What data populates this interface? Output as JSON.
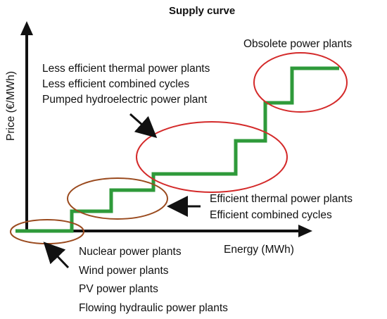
{
  "title": "Supply curve",
  "axes": {
    "y_label": "Price (€/MWh)",
    "x_label": "Energy (MWh)"
  },
  "groups": {
    "obsolete": [
      "Obsolete power plants"
    ],
    "less_efficient": [
      "Less efficient thermal power plants",
      "Less efficient combined cycles",
      "Pumped hydroelectric power plant"
    ],
    "efficient": [
      "Efficient thermal power plants",
      "Efficient combined cycles"
    ],
    "base": [
      "Nuclear power plants",
      "Wind power plants",
      "PV power plants",
      "Flowing hydraulic power plants"
    ]
  },
  "colors": {
    "curve": "#2e9a3a",
    "ellipse_red": "#d42a2a",
    "ellipse_brown": "#9a4a1e",
    "axis": "#111111"
  }
}
